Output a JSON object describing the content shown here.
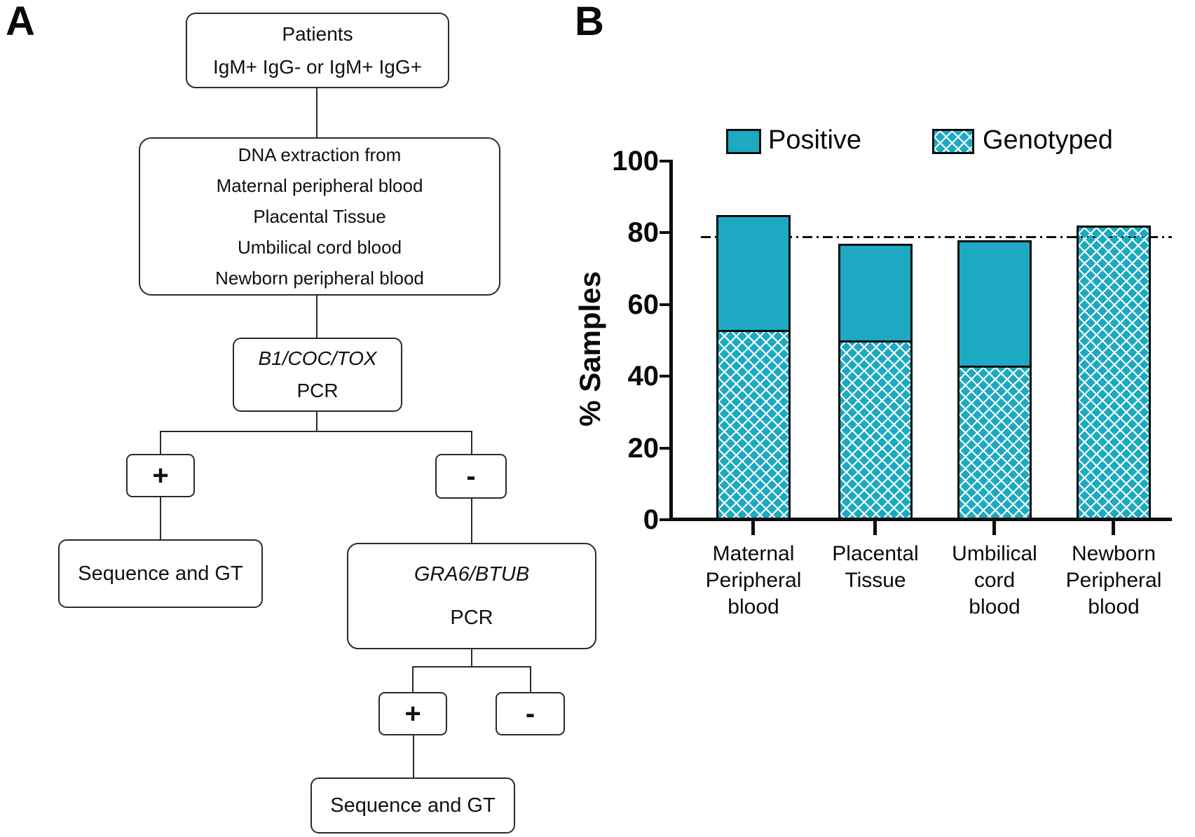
{
  "panels": {
    "a_label": "A",
    "b_label": "B"
  },
  "flowchart": {
    "patients": {
      "line1": "Patients",
      "line2": "IgM+ IgG- or IgM+ IgG+"
    },
    "dna_extraction": {
      "lines": [
        "DNA extraction from",
        "Maternal peripheral blood",
        "Placental Tissue",
        "Umbilical cord blood",
        "Newborn peripheral blood"
      ]
    },
    "pcr_round1": {
      "genes": "B1/COC/TOX",
      "method": "PCR"
    },
    "round1_positive": "+",
    "round1_negative": "-",
    "sequence_gt_1": "Sequence and GT",
    "pcr_round2": {
      "genes": "GRA6/BTUB",
      "method": "PCR"
    },
    "round2_positive": "+",
    "round2_negative": "-",
    "sequence_gt_2": "Sequence and GT"
  },
  "legend": {
    "positive_label": "Positive",
    "genotyped_label": "Genotyped"
  },
  "chart_data": {
    "type": "bar",
    "stacked": true,
    "title": "",
    "ylabel": "% Samples",
    "ylim": [
      0,
      100
    ],
    "yticks": [
      0,
      20,
      40,
      60,
      80,
      100
    ],
    "grid": false,
    "legend_position": "top",
    "categories": [
      [
        "Maternal",
        "Peripheral",
        "blood"
      ],
      [
        "Placental",
        "Tissue"
      ],
      [
        "Umbilical",
        "cord",
        "blood"
      ],
      [
        "Newborn",
        "Peripheral",
        "blood"
      ]
    ],
    "series": [
      {
        "name": "Positive",
        "fill": "solid",
        "values": [
          85,
          77,
          78,
          82
        ]
      },
      {
        "name": "Genotyped",
        "fill": "diamond-hatch",
        "values": [
          53,
          50,
          43,
          82
        ]
      }
    ],
    "threshold_line_y": 79,
    "colors": {
      "teal": "#1CA9C1",
      "axis": "#0d0d0d",
      "bar_outline": "#0e0e0e"
    }
  }
}
